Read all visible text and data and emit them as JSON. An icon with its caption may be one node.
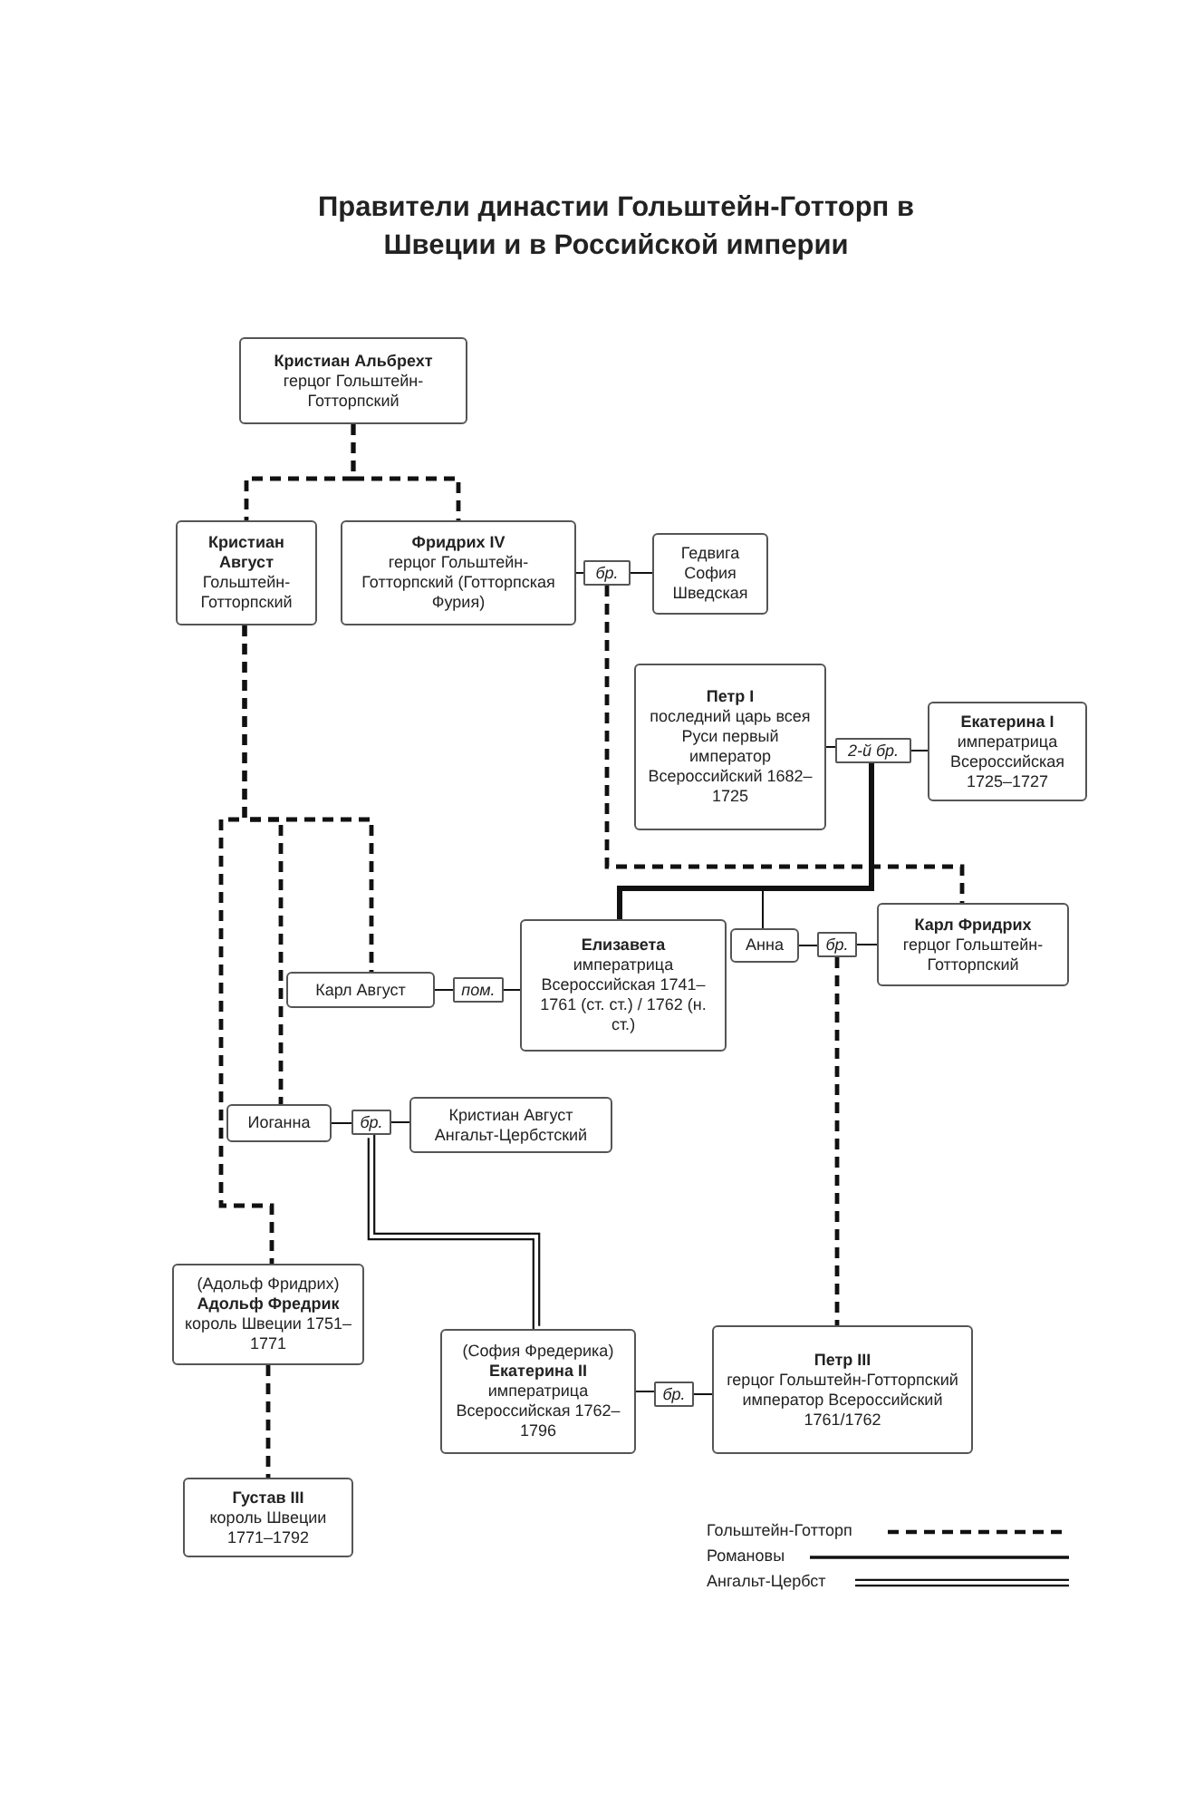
{
  "diagram": {
    "title": "Правители династии Гольштейн-Готторп в Швеции и в Российской империи",
    "nodes": [
      {
        "text": [
          "Кристиан Альбрехт",
          "герцог Гольштейн-Готторпский"
        ]
      },
      {
        "text": [
          "Кристиан Август",
          "Гольштейн-Готторпский"
        ]
      },
      {
        "text": [
          "Фридрих IV",
          "герцог Гольштейн-Готторпский (Готторпская Фурия)"
        ]
      },
      {
        "text": [
          "бр."
        ]
      },
      {
        "text": [
          "Гедвига София Шведская"
        ]
      },
      {
        "text": [
          "Петр I",
          "последний царь всея Руси первый император Всероссийский 1682–1725"
        ]
      },
      {
        "text": [
          "2-й бр."
        ]
      },
      {
        "text": [
          "Екатерина I",
          "императрица Всероссийская 1725–1727"
        ]
      },
      {
        "text": [
          "Карл Август"
        ]
      },
      {
        "text": [
          "пом."
        ]
      },
      {
        "text": [
          "Елизавета",
          "императрица Всероссийская 1741–1761 (ст. ст.) / 1762 (н. ст.)"
        ]
      },
      {
        "text": [
          "Анна"
        ]
      },
      {
        "text": [
          "бр."
        ]
      },
      {
        "text": [
          "Карл Фридрих",
          "герцог Гольштейн-Готторпский"
        ]
      },
      {
        "text": [
          "Иоганна"
        ]
      },
      {
        "text": [
          "бр."
        ]
      },
      {
        "text": [
          "Кристиан Август Ангальт-Цербстский"
        ]
      },
      {
        "text": [
          "(Адольф Фридрих)",
          "Адольф Фредрик",
          "король Швеции 1751–1771"
        ]
      },
      {
        "text": [
          "(София Фредерика)",
          "Екатерина II",
          "императрица Всероссийская 1762–1796"
        ]
      },
      {
        "text": [
          "бр."
        ]
      },
      {
        "text": [
          "Петр III",
          "герцог Гольштейн-Готторпский император Всероссийский 1761/1762"
        ]
      },
      {
        "text": [
          "Густав III",
          "король Швеции 1771–1792"
        ]
      }
    ],
    "edges": [
      {
        "from": 0,
        "to": 1,
        "arrow": "none",
        "style": "dashed"
      },
      {
        "from": 0,
        "to": 2,
        "arrow": "none",
        "style": "dashed"
      },
      {
        "from": 2,
        "to": 3,
        "arrow": "none"
      },
      {
        "from": 3,
        "to": 4,
        "arrow": "none"
      },
      {
        "from": 3,
        "to": 13,
        "arrow": "none",
        "style": "dashed"
      },
      {
        "from": 5,
        "to": 6,
        "arrow": "none"
      },
      {
        "from": 6,
        "to": 7,
        "arrow": "none"
      },
      {
        "from": 6,
        "to": 10,
        "arrow": "none",
        "style": "thick"
      },
      {
        "from": 6,
        "to": 11,
        "arrow": "none"
      },
      {
        "from": 11,
        "to": 12,
        "arrow": "none"
      },
      {
        "from": 12,
        "to": 13,
        "arrow": "none"
      },
      {
        "from": 12,
        "to": 20,
        "arrow": "none",
        "style": "dashed"
      },
      {
        "from": 1,
        "to": 8,
        "arrow": "none",
        "style": "dashed"
      },
      {
        "from": 1,
        "to": 14,
        "arrow": "none",
        "style": "dashed"
      },
      {
        "from": 1,
        "to": 17,
        "arrow": "none",
        "style": "dashed"
      },
      {
        "from": 8,
        "to": 9,
        "arrow": "none"
      },
      {
        "from": 9,
        "to": 10,
        "arrow": "none"
      },
      {
        "from": 14,
        "to": 15,
        "arrow": "none"
      },
      {
        "from": 15,
        "to": 16,
        "arrow": "none"
      },
      {
        "from": 15,
        "to": 18,
        "arrow": "none"
      },
      {
        "from": 18,
        "to": 19,
        "arrow": "none"
      },
      {
        "from": 19,
        "to": 20,
        "arrow": "none"
      },
      {
        "from": 17,
        "to": 21,
        "arrow": "none",
        "style": "dashed"
      }
    ],
    "legend": [
      {
        "text": "Гольштейн-Готторп"
      },
      {
        "text": "Романовы"
      },
      {
        "text": "Ангальт-Цербст"
      }
    ]
  }
}
